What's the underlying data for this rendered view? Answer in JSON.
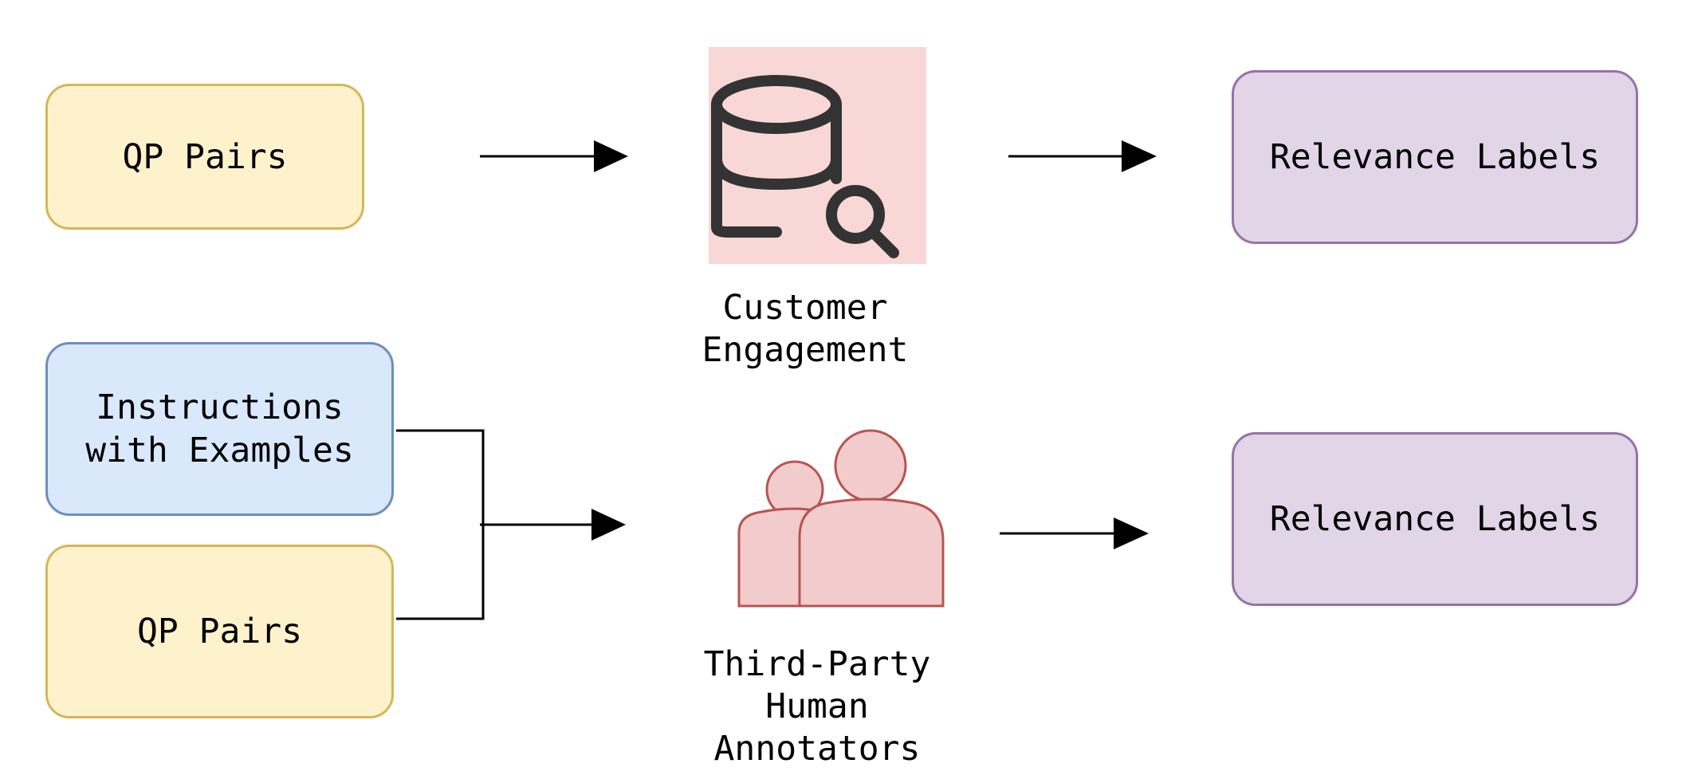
{
  "colors": {
    "qp_fill": "#fdf2cc",
    "qp_border": "#d6b656",
    "instr_fill": "#dae8fc",
    "instr_border": "#6c8ebf",
    "label_fill": "#e1d5e7",
    "label_border": "#9673a6",
    "icon_fill": "#f8d7d6",
    "icon_stroke": "#333333",
    "people_fill": "#f2cccc",
    "people_stroke": "#b85450",
    "arrow": "#000000"
  },
  "top_row": {
    "input_label": "QP Pairs",
    "source_icon": "database-search-icon",
    "source_caption": "Customer\nEngagement",
    "output_label": "Relevance Labels"
  },
  "bottom_row": {
    "instructions_label": "Instructions\nwith Examples",
    "input_label": "QP Pairs",
    "source_icon": "people-icon",
    "source_caption": "Third-Party\nHuman\nAnnotators",
    "output_label": "Relevance Labels"
  }
}
